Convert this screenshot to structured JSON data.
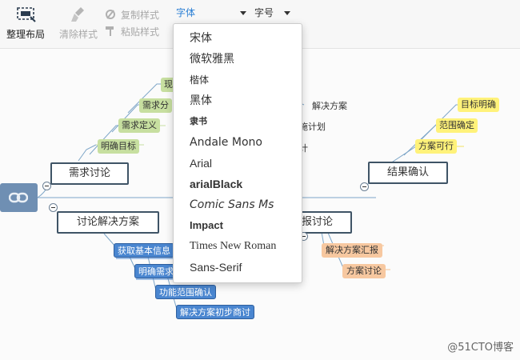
{
  "toolbar": {
    "arrange_label": "整理布局",
    "clear_style_label": "清除样式",
    "copy_style_label": "复制样式",
    "paste_style_label": "粘贴样式",
    "font_label": "字体",
    "font_size_label": "字号"
  },
  "font_menu": {
    "items": [
      "宋体",
      "微软雅黑",
      "楷体",
      "黑体",
      "隶书",
      "Andale Mono",
      "Arial",
      "arialBlack",
      "Comic Sans Ms",
      "Impact",
      "Times New Roman",
      "Sans-Serif"
    ]
  },
  "mindmap": {
    "main_nodes": [
      "需求讨论",
      "讨论解决方案",
      "结果确认",
      "汇报讨论"
    ],
    "demand_children": [
      "现",
      "需求分",
      "需求定义",
      "明确目标"
    ],
    "solution_children": [
      "获取基本信息",
      "明确需求",
      "功能范围确认",
      "解决方案初步商讨"
    ],
    "result_children": [
      "目标明确",
      "范围确定",
      "方案可行"
    ],
    "report_children": [
      "解决方案汇报",
      "方案讨论"
    ],
    "partial_labels": [
      "解决方案",
      "施计划",
      "计"
    ]
  },
  "watermark": "@51CTO博客",
  "colors": {
    "main_border": "#3f5466",
    "green": "#c7dfa0",
    "yellow": "#fff27a",
    "orange": "#f7c8a0",
    "blue": "#4a86d0",
    "root": "#6f8fb3"
  }
}
